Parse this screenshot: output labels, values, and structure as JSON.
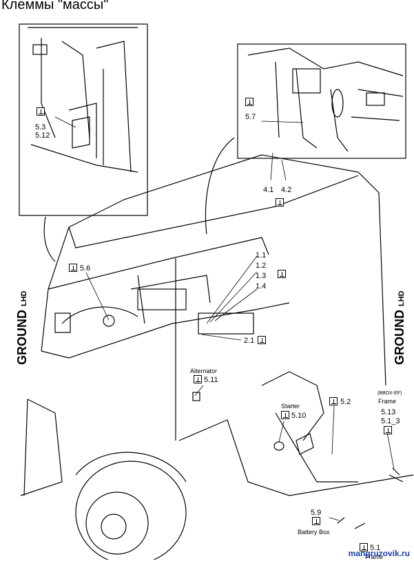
{
  "title": "Клеммы \"массы\"",
  "side_labels": {
    "ground": "GROUND",
    "lhd": "LHD"
  },
  "callouts": {
    "c53": "5.3",
    "c512": "5.12",
    "c57": "5.7",
    "c41": "4.1",
    "c42": "4.2",
    "c56": "5.6",
    "c11": "1.1",
    "c12": "1.2",
    "c13": "1.3",
    "c14": "1.4",
    "c21": "2.1",
    "alternator": "Alternator",
    "c511": "5.11",
    "starter": "Starter",
    "c510": "5.10",
    "c52": "5.2",
    "bbox": "(BBOX-EF)",
    "frame": "Frame",
    "c513": "5.13",
    "c5113": "5.1_3",
    "c59": "5.9",
    "battery_box": "Battery Box",
    "c51": "5.1",
    "frame_bottom": "Frame"
  },
  "watermark": "mangruzovik.ru",
  "colors": {
    "line": "#000000",
    "watermark": "#1a3fa8"
  }
}
